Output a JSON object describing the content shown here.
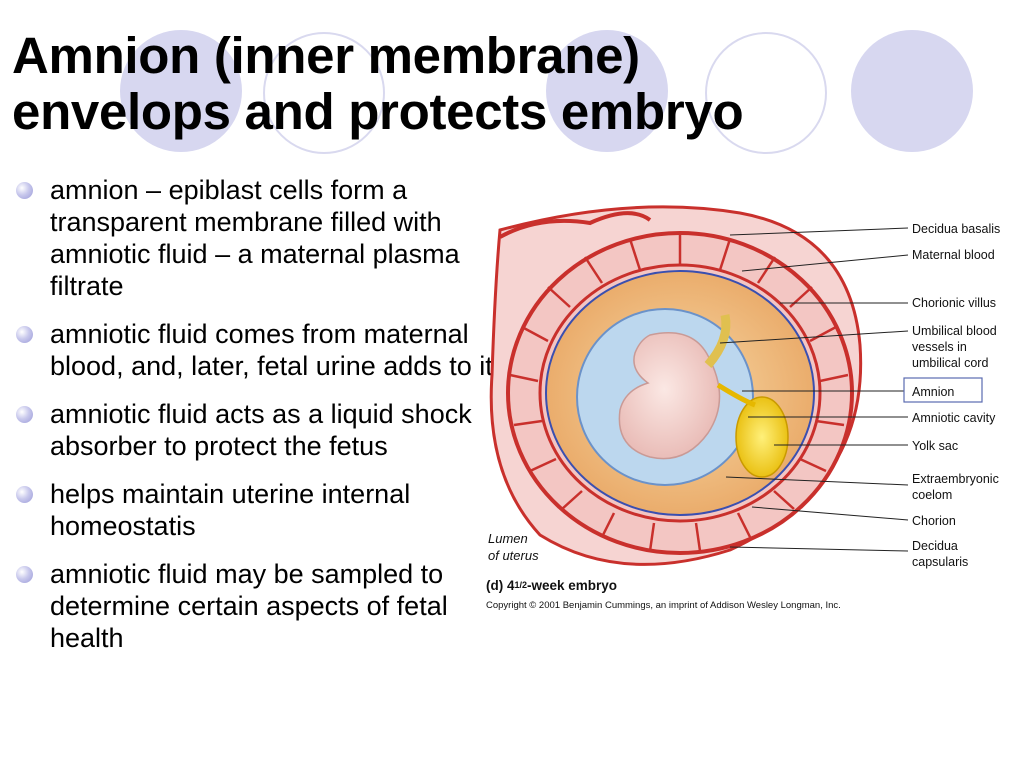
{
  "slide": {
    "title_line1": "Amnion (inner membrane)",
    "title_line2": "envelops and protects embryo",
    "bullets": [
      "amnion – epiblast cells form a transparent membrane filled with amniotic fluid – a maternal plasma filtrate",
      "amniotic fluid comes from maternal blood, and, later, fetal urine adds to it",
      "amniotic fluid acts as a liquid shock absorber to protect the fetus",
      "helps maintain uterine internal homeostatis",
      "amniotic fluid may be sampled to determine certain aspects of fetal health"
    ],
    "accent_color": "#d7d7f0",
    "bullet_color": "#a0a0dc"
  },
  "figure": {
    "labels": {
      "decidua_basalis": "Decidua basalis",
      "maternal_blood": "Maternal blood",
      "chorionic_villus": "Chorionic villus",
      "umbilical_1": "Umbilical blood",
      "umbilical_2": "vessels in",
      "umbilical_3": "umbilical cord",
      "amnion": "Amnion",
      "amniotic_cavity": "Amniotic cavity",
      "yolk_sac": "Yolk sac",
      "extraembryonic_1": "Extraembryonic",
      "extraembryonic_2": "coelom",
      "chorion": "Chorion",
      "decidua_capsularis_1": "Decidua",
      "decidua_capsularis_2": "capsularis",
      "lumen_1": "Lumen",
      "lumen_2": "of uterus",
      "caption_prefix": "(d) 4",
      "caption_frac": "1/2",
      "caption_suffix": "-week embryo",
      "copyright": "Copyright © 2001 Benjamin Cummings, an imprint of Addison Wesley Longman, Inc."
    }
  }
}
